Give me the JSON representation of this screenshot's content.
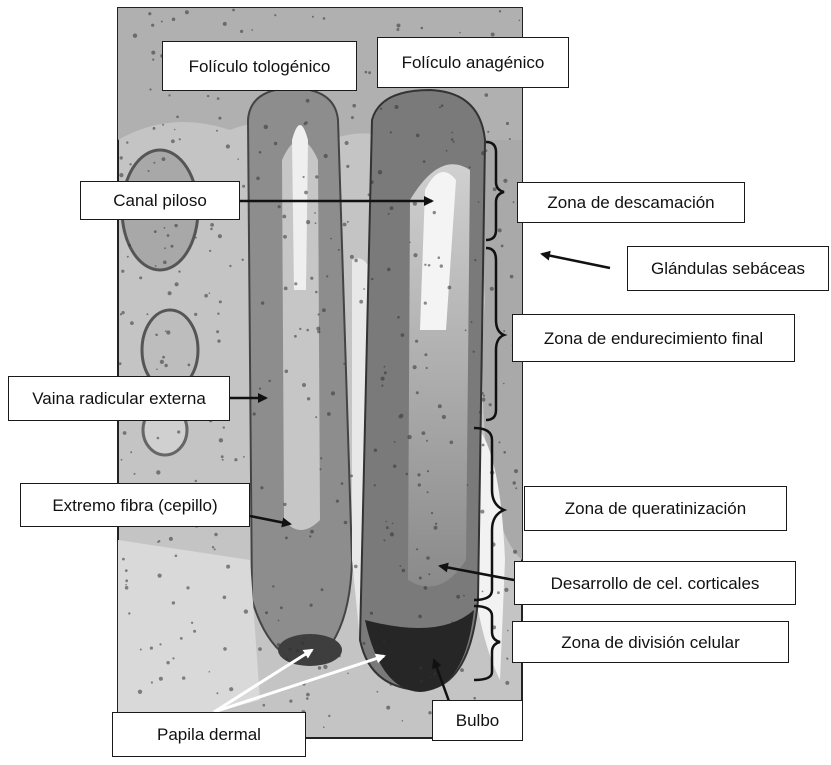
{
  "labels": {
    "telogen_follicle": "Folículo tologénico",
    "anagen_follicle": "Folículo anagénico",
    "hair_canal": "Canal piloso",
    "shedding_zone": "Zona de descamación",
    "sebaceous_glands": "Glándulas sebáceas",
    "final_hardening_zone": "Zona de endurecimiento final",
    "outer_root_sheath": "Vaina radicular externa",
    "fiber_end_brush": "Extremo fibra (cepillo)",
    "keratinization_zone": "Zona de queratinización",
    "cortical_cell_development": "Desarrollo de cel. corticales",
    "cell_division_zone": "Zona de división celular",
    "dermal_papilla": "Papila dermal",
    "bulb": "Bulbo"
  },
  "colors": {
    "micrograph_background": "#c9c9c9",
    "tissue_dark": "#3a3a3a",
    "label_border": "#1a1a1a",
    "arrow_black": "#111111",
    "arrow_white": "#ffffff"
  }
}
